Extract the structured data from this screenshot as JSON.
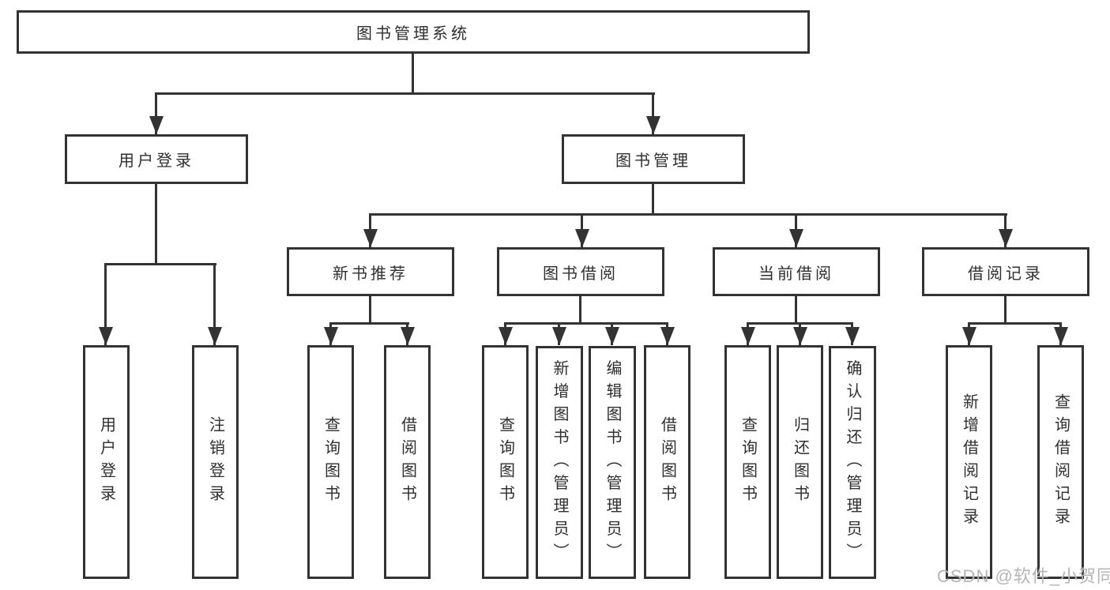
{
  "colors": {
    "line": "#333333",
    "text": "#2f2f2f",
    "bg": "#ffffff",
    "wm": "#b5b5b5"
  },
  "root": {
    "label": "图书管理系统"
  },
  "level2": {
    "user_login": {
      "label": "用户登录"
    },
    "book_management": {
      "label": "图书管理"
    }
  },
  "level3": {
    "new_book_recommend": {
      "label": "新书推荐"
    },
    "book_borrowing": {
      "label": "图书借阅"
    },
    "current_borrowing": {
      "label": "当前借阅"
    },
    "borrow_records": {
      "label": "借阅记录"
    }
  },
  "leaves": {
    "user_login": {
      "label": "用户登录"
    },
    "logout_login": {
      "label": "注销登录"
    },
    "nb_query_books": {
      "label": "查询图书"
    },
    "nb_borrow_books": {
      "label": "借阅图书"
    },
    "bb_query_books": {
      "label": "查询图书"
    },
    "bb_add_books_admin": {
      "label": "新增图书（管理员）"
    },
    "bb_edit_books_admin": {
      "label": "编辑图书（管理员）"
    },
    "bb_borrow_books": {
      "label": "借阅图书"
    },
    "cb_query_books": {
      "label": "查询图书"
    },
    "cb_return_books": {
      "label": "归还图书"
    },
    "cb_confirm_return_admin": {
      "label": "确认归还（管理员）"
    },
    "br_add_record": {
      "label": "新增借阅记录"
    },
    "br_query_record": {
      "label": "查询借阅记录"
    }
  },
  "watermark": {
    "text": "CSDN @软件_小贺同学"
  }
}
